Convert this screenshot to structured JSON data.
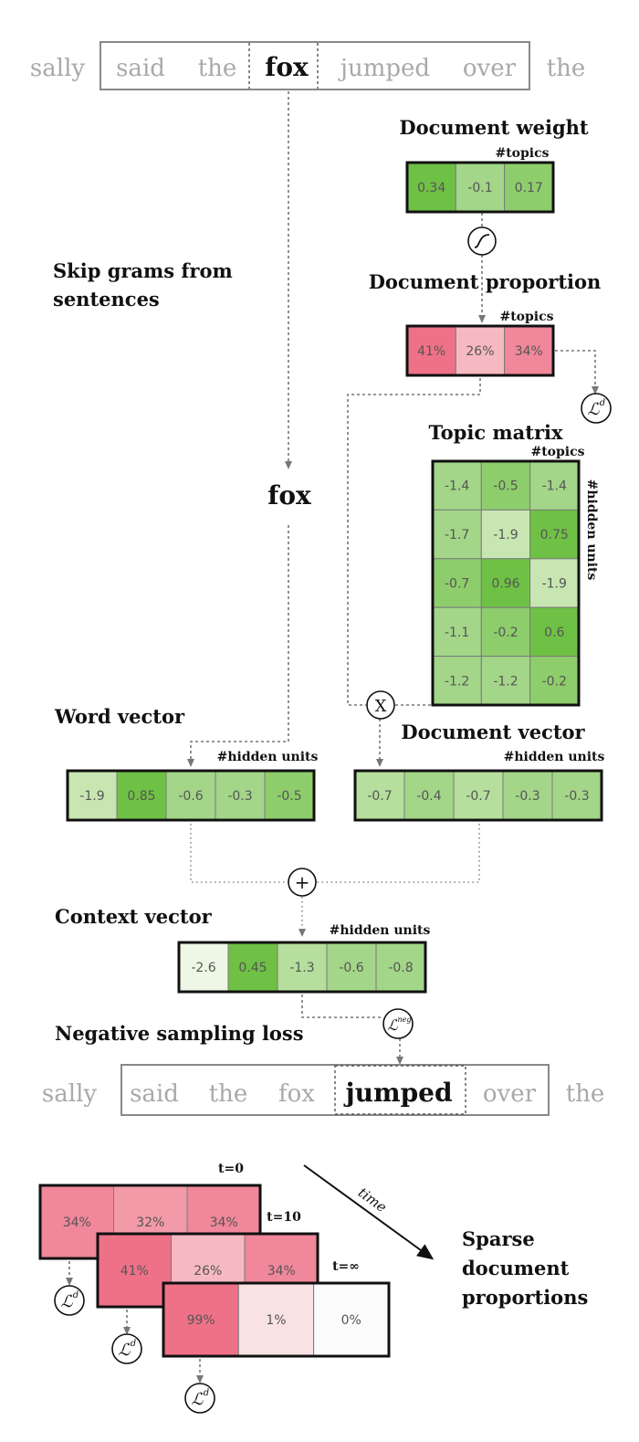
{
  "sentence_top": {
    "words": [
      "sally",
      "said",
      "the",
      "fox",
      "jumped",
      "over",
      "the"
    ],
    "focus_index": 3
  },
  "sentence_bottom": {
    "words": [
      "sally",
      "said",
      "the",
      "fox",
      "jumped",
      "over",
      "the"
    ],
    "focus_index": 4
  },
  "labels": {
    "skip_grams": [
      "Skip grams from",
      "sentences"
    ],
    "document_weight": "Document weight",
    "document_proportion": "Document proportion",
    "topic_matrix": "Topic matrix",
    "word_vector": "Word vector",
    "document_vector": "Document vector",
    "context_vector": "Context vector",
    "negative_sampling_loss": "Negative sampling loss",
    "sparse": [
      "Sparse",
      "document",
      "proportions"
    ],
    "center_word": "fox",
    "time": "time"
  },
  "dims": {
    "topics": "#topics",
    "hidden_units": "#hidden units"
  },
  "ops": {
    "sigmoid": "σ",
    "multiply": "X",
    "add": "+",
    "loss_d": "ℒ",
    "loss_d_sup": "d",
    "loss_neg": "ℒ",
    "loss_neg_sup": "neg"
  },
  "colors": {
    "green_scale": [
      "#eef7e6",
      "#c8e6b2",
      "#b6de9c",
      "#a3d688",
      "#8ecd6c",
      "#6fc145"
    ],
    "pink_scale": [
      "#fbfbfb",
      "#f9e2e4",
      "#f6b9c2",
      "#f39aa8",
      "#f0879a",
      "#ee7187"
    ]
  },
  "document_weight": {
    "values": [
      "0.34",
      "-0.1",
      "0.17"
    ],
    "levels": [
      5,
      3,
      4
    ]
  },
  "document_proportion": {
    "values": [
      "41%",
      "26%",
      "34%"
    ],
    "levels": [
      5,
      2,
      4
    ]
  },
  "topic_matrix": {
    "rows": [
      {
        "values": [
          "-1.4",
          "-0.5",
          "-1.4"
        ],
        "levels": [
          3,
          4,
          3
        ]
      },
      {
        "values": [
          "-1.7",
          "-1.9",
          "0.75"
        ],
        "levels": [
          3,
          1,
          5
        ]
      },
      {
        "values": [
          "-0.7",
          "0.96",
          "-1.9"
        ],
        "levels": [
          4,
          5,
          1
        ]
      },
      {
        "values": [
          "-1.1",
          "-0.2",
          "0.6"
        ],
        "levels": [
          3,
          4,
          5
        ]
      },
      {
        "values": [
          "-1.2",
          "-1.2",
          "-0.2"
        ],
        "levels": [
          3,
          3,
          4
        ]
      }
    ]
  },
  "word_vector": {
    "values": [
      "-1.9",
      "0.85",
      "-0.6",
      "-0.3",
      "-0.5"
    ],
    "levels": [
      1,
      5,
      3,
      3,
      4
    ]
  },
  "document_vector": {
    "values": [
      "-0.7",
      "-0.4",
      "-0.7",
      "-0.3",
      "-0.3"
    ],
    "levels": [
      2,
      3,
      2,
      3,
      3
    ]
  },
  "context_vector": {
    "values": [
      "-2.6",
      "0.45",
      "-1.3",
      "-0.6",
      "-0.8"
    ],
    "levels": [
      0,
      5,
      2,
      3,
      3
    ]
  },
  "timeline": [
    {
      "label": "t=0",
      "values": [
        "34%",
        "32%",
        "34%"
      ],
      "levels": [
        4,
        3,
        4
      ]
    },
    {
      "label": "t=10",
      "values": [
        "41%",
        "26%",
        "34%"
      ],
      "levels": [
        5,
        2,
        4
      ]
    },
    {
      "label": "t=∞",
      "values": [
        "99%",
        "1%",
        "0%"
      ],
      "levels": [
        5,
        1,
        0
      ]
    }
  ]
}
